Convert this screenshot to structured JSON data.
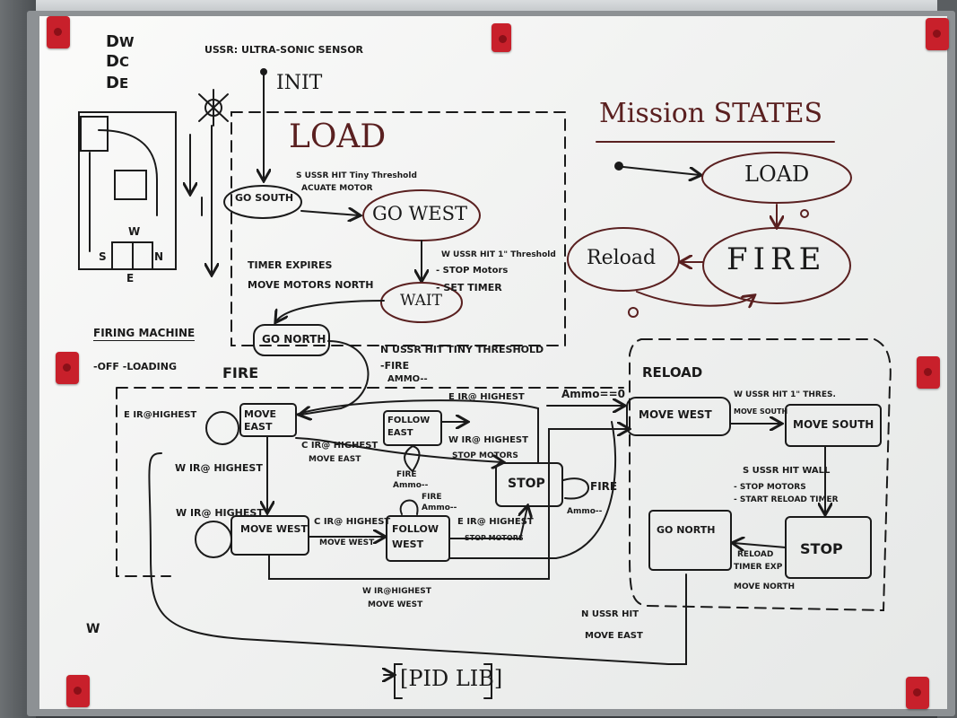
{
  "legend_top_left": {
    "d_lines": [
      "W",
      "C",
      "E"
    ],
    "ussr_title": "USSR: ULTRA-SONIC SENSOR",
    "w_note": "W"
  },
  "compass": {
    "s": "S",
    "w": "W",
    "n": "N",
    "e": "E"
  },
  "load_section": {
    "init": "INIT",
    "load": "LOAD",
    "go_south": "GO SOUTH",
    "s_ussr": "S USSR HIT Tiny Threshold",
    "actuate": "ACUATE MOTOR",
    "go_west": "GO WEST",
    "w_ussr": "W USSR HIT 1\" Threshold",
    "stop_motors": "- STOP Motors",
    "set_timer": "- SET TIMER",
    "wait": "WAIT",
    "timer_expires": "TIMER EXPIRES",
    "move_north": "MOVE MOTORS NORTH",
    "go_north": "GO NORTH",
    "n_ussr": "N USSR HIT TINY THRESHOLD",
    "fire_act": "-FIRE",
    "ammo_act": "AMMO--"
  },
  "mission_states": {
    "title": "Mission STATES",
    "load": "LOAD",
    "fire": "FIRE",
    "reload": "Reload"
  },
  "firing_machine": {
    "title": "FIRING MACHINE",
    "states": "-OFF -LOADING",
    "fire": "FIRE",
    "e_ir_left": "E IR@HIGHEST",
    "move_east": "MOVE EAST",
    "follow_east": "FOLLOW EAST",
    "e_ir_top": "E IR@ HIGHEST",
    "c_ir_1": "C IR@ HIGHEST",
    "c_ir_1_act": "MOVE EAST",
    "w_ir_1": "W IR@ HIGHEST",
    "w_ir_1_act": "STOP MOTORS",
    "fire_1": "FIRE",
    "ammo_1": "Ammo--",
    "w_ir_left": "W IR@ HIGHEST",
    "stop": "STOP",
    "fire_stop": "FIRE",
    "ammo_stop": "Ammo--",
    "w_ir_2": "W IR@ HIGHEST",
    "move_west": "MOVE WEST",
    "c_ir_2": "C IR@ HIGHEST",
    "c_ir_2_act": "MOVE WEST",
    "follow_west": "FOLLOW WEST",
    "fire_2": "FIRE",
    "ammo_2": "Ammo--",
    "e_ir_2": "E IR@ HIGHEST",
    "e_ir_2_act": "STOP MOTORS",
    "w_ir_bottom": "W IR@HIGHEST",
    "w_ir_bottom_act": "MOVE WEST",
    "ammo_zero": "Ammo==0"
  },
  "reload_section": {
    "title": "RELOAD",
    "move_west": "MOVE WEST",
    "w_ussr": "W USSR HIT 1\" THRES.",
    "w_ussr_act": "MOVE SOUTH",
    "move_south": "MOVE SOUTH",
    "s_ussr": "S USSR HIT WALL",
    "s_act_1": "- STOP MOTORS",
    "s_act_2": "- START RELOAD TIMER",
    "stop": "STOP",
    "go_north": "GO NORTH",
    "reload_timer": "RELOAD",
    "timer_exp": "TIMER EXP",
    "move_north": "MOVE NORTH",
    "n_ussr": "N USSR HIT",
    "n_ussr_act": "MOVE EAST"
  },
  "bottom": {
    "pid": "[PID LIB]"
  }
}
